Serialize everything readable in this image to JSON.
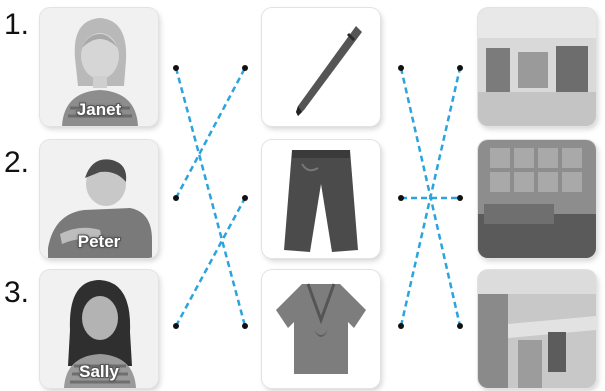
{
  "numbers": [
    "1.",
    "2.",
    "3."
  ],
  "people": [
    {
      "name": "Janet",
      "icon": "girl-blonde-photo"
    },
    {
      "name": "Peter",
      "icon": "boy-photo"
    },
    {
      "name": "Sally",
      "icon": "girl-dark-hair-photo"
    }
  ],
  "items": [
    {
      "icon": "pen-photo"
    },
    {
      "icon": "jeans-photo"
    },
    {
      "icon": "blouse-photo"
    }
  ],
  "places": [
    {
      "icon": "clothes-shop-photo"
    },
    {
      "icon": "bedroom-photo"
    },
    {
      "icon": "office-photo"
    }
  ],
  "matches": {
    "people_to_items": [
      [
        0,
        2
      ],
      [
        1,
        0
      ],
      [
        2,
        1
      ]
    ],
    "items_to_places": [
      [
        0,
        2
      ],
      [
        1,
        1
      ],
      [
        2,
        0
      ]
    ]
  },
  "colors": {
    "line": "#2aa3df",
    "dot": "#111111"
  }
}
